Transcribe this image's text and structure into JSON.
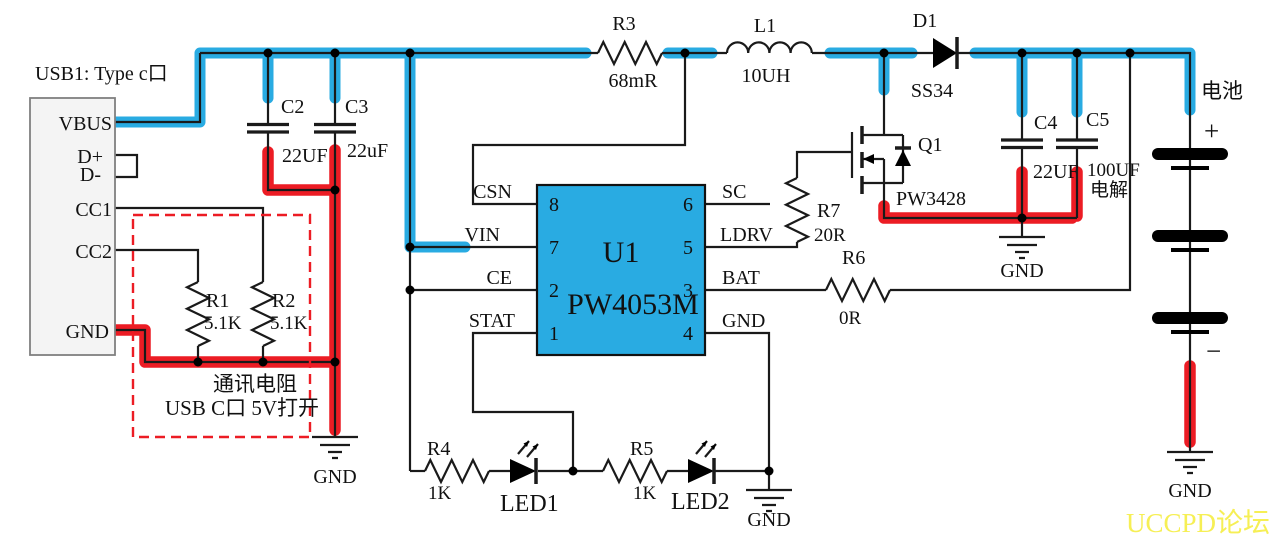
{
  "watermark": "UCCPD论坛",
  "usb": {
    "title": "USB1: Type c口",
    "pins": {
      "vbus": "VBUS",
      "dp": "D+",
      "dm": "D-",
      "cc1": "CC1",
      "cc2": "CC2",
      "gnd": "GND"
    }
  },
  "note": {
    "line1": "通讯电阻",
    "line2": "USB C口 5V打开"
  },
  "u1": {
    "ref": "U1",
    "part": "PW4053M",
    "pins": {
      "p8": "8",
      "p7": "7",
      "p2": "2",
      "p1": "1",
      "p6": "6",
      "p5": "5",
      "p3": "3",
      "p4": "4"
    },
    "names": {
      "csn": "CSN",
      "vin": "VIN",
      "ce": "CE",
      "stat": "STAT",
      "sc": "SC",
      "ldrv": "LDRV",
      "bat": "BAT",
      "gnd": "GND"
    }
  },
  "parts": {
    "c2": {
      "ref": "C2",
      "value": "22UF"
    },
    "c3": {
      "ref": "C3",
      "value": "22uF"
    },
    "c4": {
      "ref": "C4",
      "value": "22UF"
    },
    "c5": {
      "ref": "C5",
      "value": "100UF",
      "value2": "电解"
    },
    "r1": {
      "ref": "R1",
      "value": "5.1K"
    },
    "r2": {
      "ref": "R2",
      "value": "5.1K"
    },
    "r3": {
      "ref": "R3",
      "value": "68mR"
    },
    "r4": {
      "ref": "R4",
      "value": "1K"
    },
    "r5": {
      "ref": "R5",
      "value": "1K"
    },
    "r6": {
      "ref": "R6",
      "value": "0R"
    },
    "r7": {
      "ref": "R7",
      "value": "20R"
    },
    "l1": {
      "ref": "L1",
      "value": "10UH"
    },
    "d1": {
      "ref": "D1",
      "value": "SS34"
    },
    "q1": {
      "ref": "Q1",
      "value": "PW3428"
    },
    "led1": {
      "ref": "LED1"
    },
    "led2": {
      "ref": "LED2"
    }
  },
  "battery": {
    "label": "电池",
    "plus": "+",
    "minus": "−"
  },
  "gnd": "GND",
  "colors": {
    "blue": "#29abe2",
    "red": "#ec1c24",
    "chip_fill": "#29abe2",
    "watermark": "#f6ef55"
  }
}
